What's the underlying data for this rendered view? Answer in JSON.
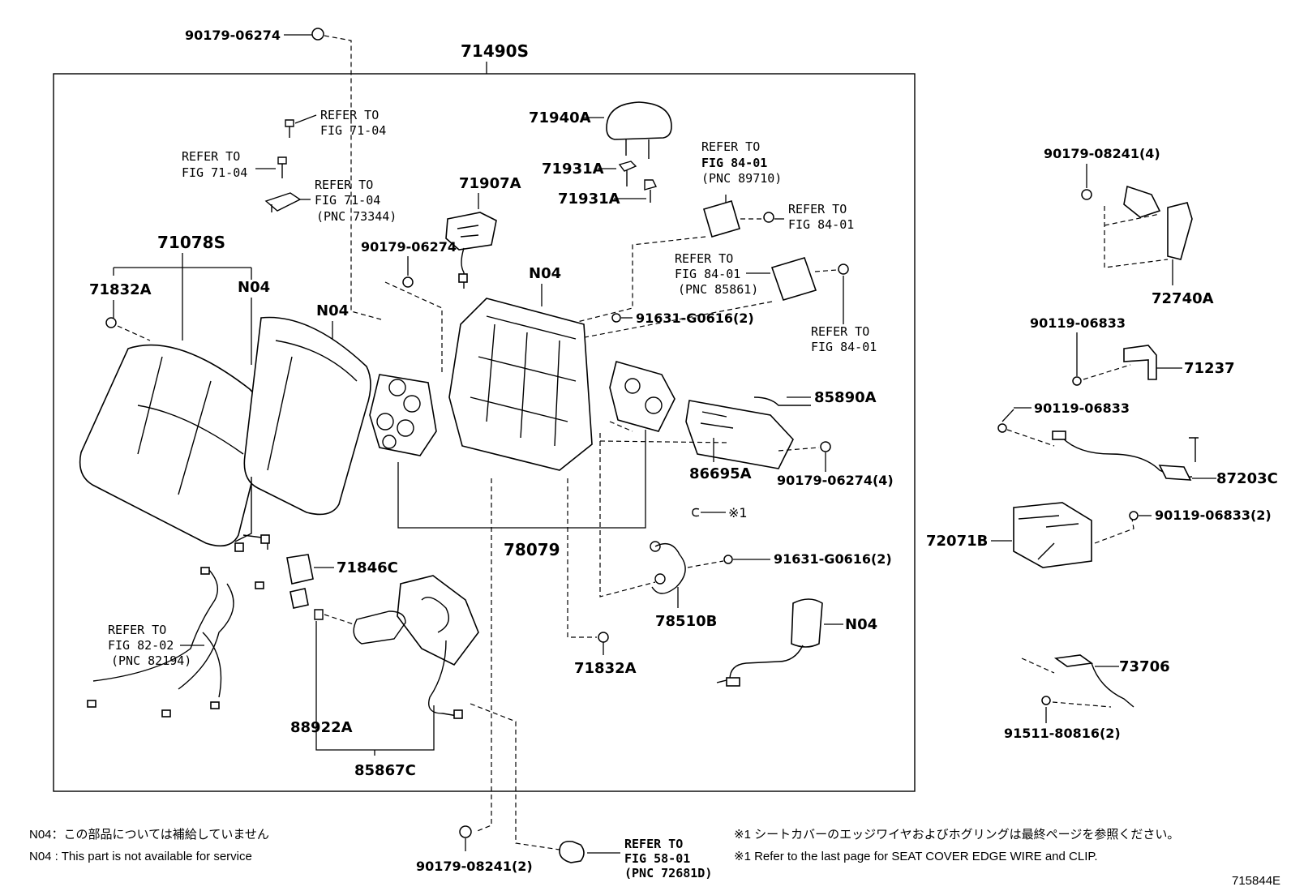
{
  "diagram": {
    "labels": {
      "p90179_06274_top": "90179-06274",
      "p71490S": "71490S",
      "p71940A": "71940A",
      "p71931A_1": "71931A",
      "p71931A_2": "71931A",
      "p71907A": "71907A",
      "p90179_06274_mid": "90179-06274",
      "p71078S": "71078S",
      "p71832A_left": "71832A",
      "n04_a": "N04",
      "n04_b": "N04",
      "n04_c": "N04",
      "n04_d": "N04",
      "p91631_G0616_a": "91631-G0616(2)",
      "p85890A": "85890A",
      "p86695A": "86695A",
      "p90179_06274_4": "90179-06274(4)",
      "marker_x1": "※1",
      "p78079": "78079",
      "p71846C": "71846C",
      "p91631_G0616_b": "91631-G0616(2)",
      "p78510B": "78510B",
      "p71832A_bottom": "71832A",
      "p88922A": "88922A",
      "p85867C": "85867C",
      "p90179_08241_2": "90179-08241(2)",
      "p90179_08241_4": "90179-08241(4)",
      "p72740A": "72740A",
      "p90119_06833_a": "90119-06833",
      "p71237": "71237",
      "p90119_06833_b": "90119-06833",
      "p87203C": "87203C",
      "p72071B": "72071B",
      "p90119_06833_2": "90119-06833(2)",
      "p73706": "73706",
      "p91511_80816": "91511-80816(2)"
    },
    "refers": {
      "r1": {
        "line1": "REFER TO",
        "line2": "FIG 71-04"
      },
      "r2": {
        "line1": "REFER TO",
        "line2": "FIG 71-04"
      },
      "r3": {
        "line1": "REFER TO",
        "line2": "FIG 71-04",
        "line3": "(PNC 73344)"
      },
      "r4": {
        "line1": "REFER TO",
        "line2": "FIG 84-01",
        "line3": "(PNC 89710)"
      },
      "r5": {
        "line1": "REFER TO",
        "line2": "FIG 84-01"
      },
      "r6": {
        "line1": "REFER TO",
        "line2": "FIG 84-01",
        "line3": "(PNC 85861)"
      },
      "r7": {
        "line1": "REFER TO",
        "line2": "FIG 84-01"
      },
      "r8": {
        "line1": "REFER TO",
        "line2": "FIG 82-02",
        "line3": "(PNC 82194)"
      },
      "r9": {
        "line1": "REFER TO",
        "line2": "FIG 58-01",
        "line3": "(PNC 72681D)"
      }
    },
    "notes": {
      "n04_jp": "N04：この部品については補給していません",
      "n04_en": "N04 : This part is not available for service",
      "x1_jp": "※1  シートカバーのエッジワイヤおよびホグリングは最終ページを参照ください。",
      "x1_en": "※1  Refer to the last page for SEAT COVER EDGE WIRE and CLIP."
    },
    "figure_id": "715844E"
  }
}
